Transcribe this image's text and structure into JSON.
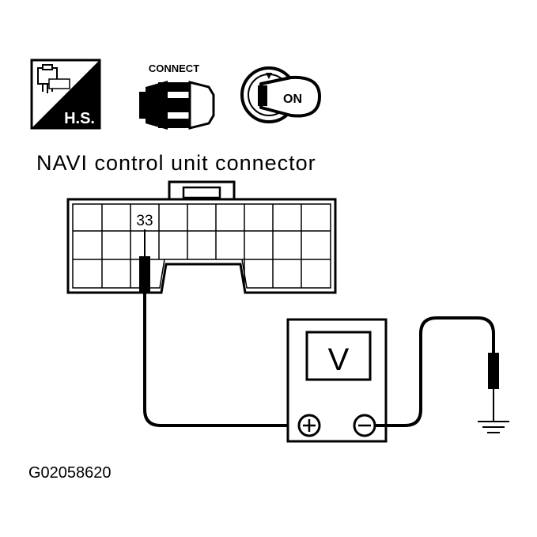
{
  "icons": {
    "hs_label": "H.S.",
    "connect_label": "CONNECT",
    "ignition_label": "ON"
  },
  "connector": {
    "title": "NAVI control unit connector",
    "terminal_number": "33"
  },
  "meter": {
    "display": "V",
    "positive_symbol": "+",
    "negative_symbol": "−"
  },
  "figure_id": "G02058620"
}
